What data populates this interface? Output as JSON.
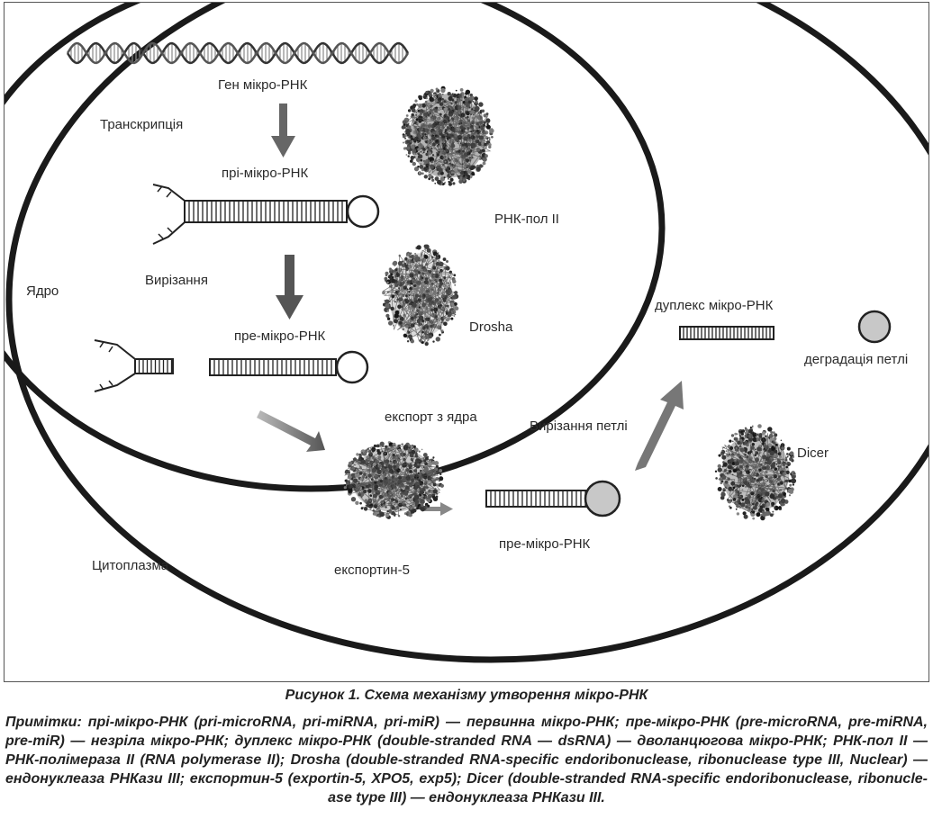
{
  "labels": {
    "gene": "Ген мікро-РНК",
    "transcription": "Транскрипція",
    "pri_mirna": "прі-мікро-РНК",
    "rna_pol": "РНК-пол II",
    "cutting": "Вирізання",
    "nucleus": "Ядро",
    "drosha": "Drosha",
    "pre_mirna_nucleus": "пре-мікро-РНК",
    "export": "експорт з ядра",
    "loop_cutting": "Вирізання петлі",
    "duplex": "дуплекс мікро-РНК",
    "loop_degradation": "деградація петлі",
    "dicer": "Dicer",
    "pre_mirna_cytoplasm": "пре-мікро-РНК",
    "cytoplasm": "Цитоплазма",
    "exportin": "експортин-5"
  },
  "caption": "Рисунок 1. Схема механізму утворення  мікро-РНК",
  "notes": "Примітки: прі-мікро-РНК (pri-microRNA, pri-miRNA, pri-miR) — первинна  мікро-РНК; пре-мікро-РНК (pre-microRNA, pre-miRNA, pre-miR) — незріла мікро-РНК; дуплекс  мікро-РНК (double-stranded RNA — dsRNA) — дволанцюгова  мікро-РНК; РНК-пол II — РНК-полімераза II (RNA polymerase II); Drosha (dou­ble-stranded RNA-specific endoribonuclease, ribonuclease type III, Nuclear) — ендонуклеаза РНКази III; експортин-5 (exportin-5, XPO5, exp5); Dicer (double-stranded RNA-specific endoribonuclease, ribonucle­ase type III) — ендонуклеаза РНКази III."
}
